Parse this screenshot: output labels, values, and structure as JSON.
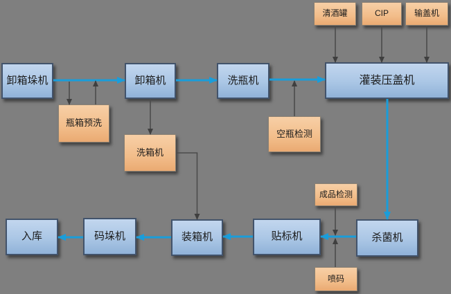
{
  "diagram": {
    "description": "bottling-line-flowchart",
    "nodes": {
      "unstacker": {
        "label": "卸箱垛机",
        "kind": "machine"
      },
      "decaser": {
        "label": "卸箱机",
        "kind": "machine"
      },
      "bottle_washer": {
        "label": "洗瓶机",
        "kind": "machine"
      },
      "filler_capper": {
        "label": "灌装压盖机",
        "kind": "machine"
      },
      "sake_tank": {
        "label": "清酒罐",
        "kind": "process"
      },
      "cip": {
        "label": "CIP",
        "kind": "process"
      },
      "cap_feeder": {
        "label": "输盖机",
        "kind": "process"
      },
      "crate_prewash": {
        "label": "瓶箱预洗",
        "kind": "process"
      },
      "crate_washer": {
        "label": "洗箱机",
        "kind": "process"
      },
      "empty_bottle_inspection": {
        "label": "空瓶检测",
        "kind": "process"
      },
      "sterilizer": {
        "label": "杀菌机",
        "kind": "machine"
      },
      "finished_product_inspection": {
        "label": "成品检测",
        "kind": "process"
      },
      "inkjet_coding": {
        "label": "喷码",
        "kind": "process"
      },
      "labeler": {
        "label": "贴标机",
        "kind": "machine"
      },
      "case_packer": {
        "label": "装箱机",
        "kind": "machine"
      },
      "palletizer": {
        "label": "码垛机",
        "kind": "machine"
      },
      "warehousing": {
        "label": "入库",
        "kind": "machine"
      }
    },
    "edges": [
      {
        "from": "unstacker",
        "to": "decaser",
        "style": "flow"
      },
      {
        "from": "decaser",
        "to": "bottle_washer",
        "style": "flow"
      },
      {
        "from": "bottle_washer",
        "to": "filler_capper",
        "style": "flow"
      },
      {
        "from": "filler_capper",
        "to": "sterilizer",
        "style": "flow"
      },
      {
        "from": "sterilizer",
        "to": "labeler",
        "style": "flow"
      },
      {
        "from": "labeler",
        "to": "case_packer",
        "style": "flow"
      },
      {
        "from": "case_packer",
        "to": "palletizer",
        "style": "flow"
      },
      {
        "from": "palletizer",
        "to": "warehousing",
        "style": "flow"
      },
      {
        "from": "unstacker-decaser-line",
        "to": "crate_prewash",
        "style": "aux"
      },
      {
        "from": "crate_prewash",
        "to": "unstacker-decaser-line",
        "style": "aux"
      },
      {
        "from": "decaser",
        "to": "crate_washer",
        "style": "aux"
      },
      {
        "from": "crate_washer",
        "to": "case_packer",
        "style": "aux"
      },
      {
        "from": "empty_bottle_inspection",
        "to": "bottlewasher-filler-line",
        "style": "aux"
      },
      {
        "from": "sake_tank",
        "to": "filler_capper",
        "style": "aux"
      },
      {
        "from": "cip",
        "to": "filler_capper",
        "style": "aux"
      },
      {
        "from": "cap_feeder",
        "to": "filler_capper",
        "style": "aux"
      },
      {
        "from": "finished_product_inspection",
        "to": "sterilizer-labeler-line",
        "style": "aux"
      },
      {
        "from": "inkjet_coding",
        "to": "sterilizer-labeler-line",
        "style": "aux"
      }
    ],
    "colors": {
      "background": "#7f7f7f",
      "machine_box": "#a9c5e4",
      "process_box": "#f2bd8a",
      "flow_connector": "#1a9dda",
      "aux_connector": "#4b4b4b",
      "text": "#1b1b1b"
    }
  }
}
